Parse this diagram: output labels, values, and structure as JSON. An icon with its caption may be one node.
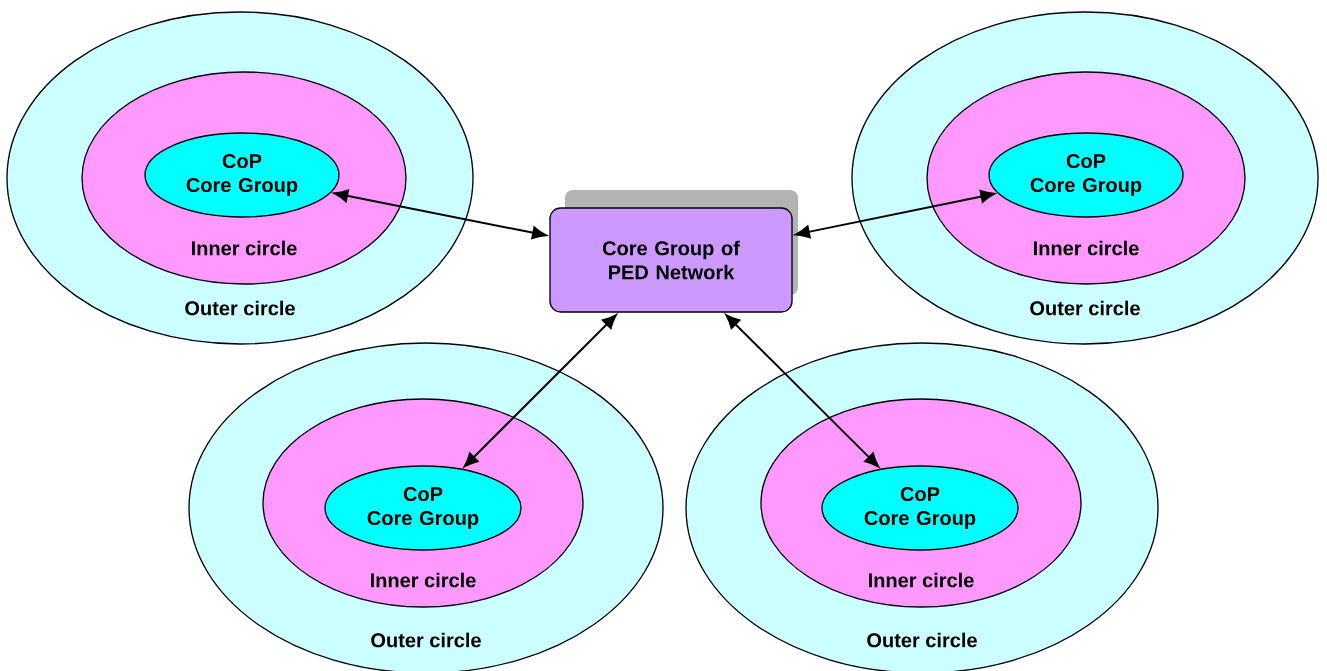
{
  "diagram": {
    "nodes": [
      {
        "text": [
          "Outer circle"
        ]
      },
      {
        "text": [
          "Inner circle"
        ],
        "in": 0
      },
      {
        "text": [
          "CoP Core Group"
        ],
        "in": 1
      },
      {
        "text": [
          "Core Group of PED Network"
        ]
      },
      {
        "text": [
          "Outer circle"
        ]
      },
      {
        "text": [
          "Inner circle"
        ],
        "in": 4
      },
      {
        "text": [
          "CoP Core Group"
        ],
        "in": 5
      },
      {
        "text": [
          "Outer circle"
        ]
      },
      {
        "text": [
          "Inner circle"
        ],
        "in": 7
      },
      {
        "text": [
          "CoP Core Group"
        ],
        "in": 8
      },
      {
        "text": [
          "Outer circle"
        ]
      },
      {
        "text": [
          "Inner circle"
        ],
        "in": 10
      },
      {
        "text": [
          "CoP Core Group"
        ],
        "in": 11
      }
    ],
    "edges": [
      {
        "from": 2,
        "to": 3,
        "arrow": "both"
      },
      {
        "from": 6,
        "to": 3,
        "arrow": "both"
      },
      {
        "from": 9,
        "to": 3,
        "arrow": "both"
      },
      {
        "from": 12,
        "to": 3,
        "arrow": "both"
      }
    ]
  }
}
